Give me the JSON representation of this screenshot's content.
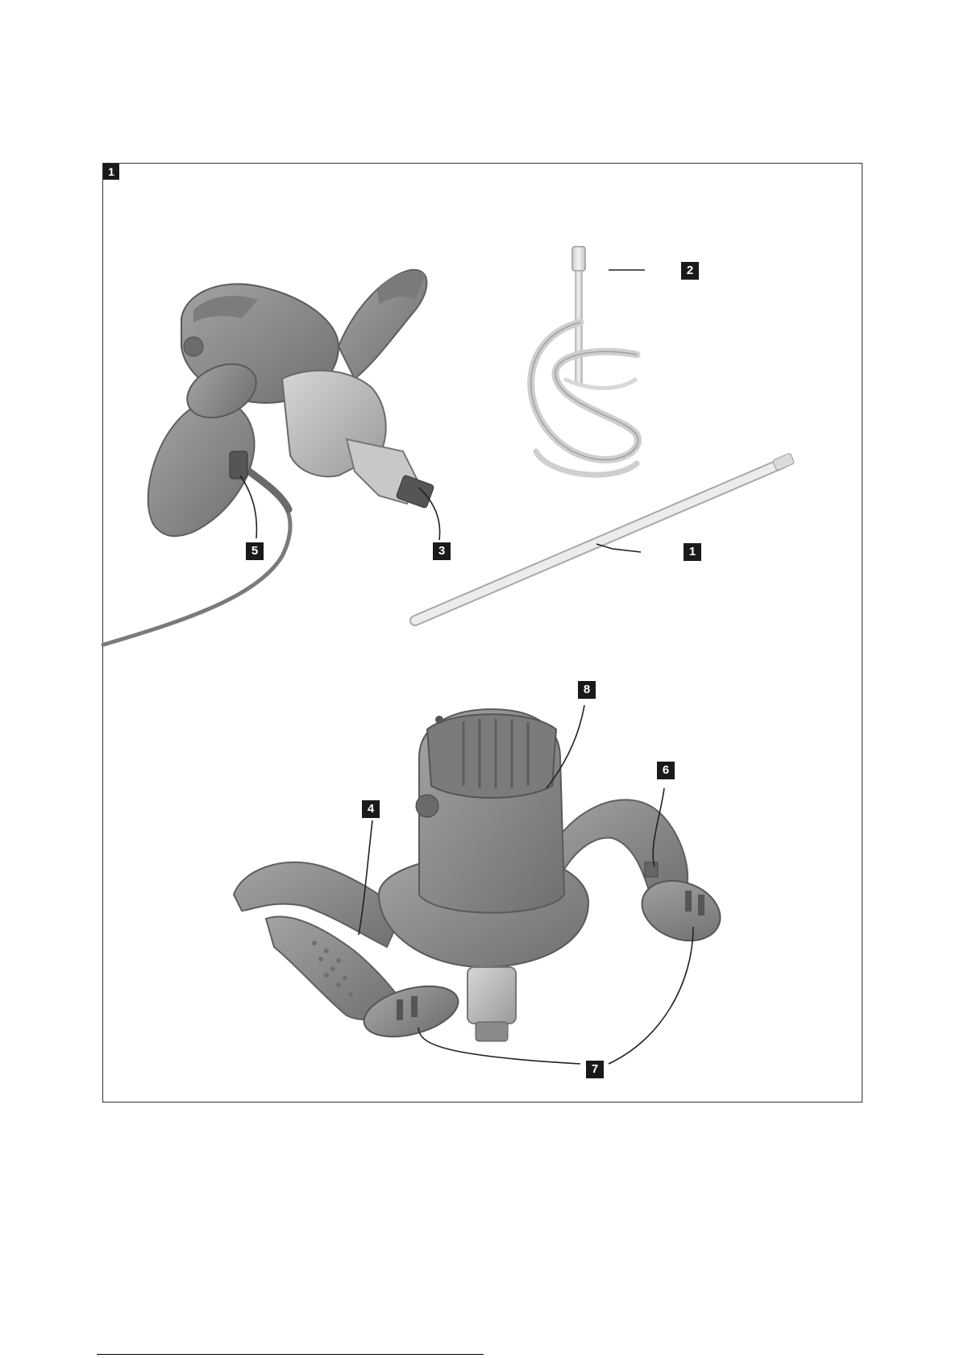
{
  "figure": {
    "number": "1"
  },
  "callouts": [
    {
      "id": "c1",
      "label": "1"
    },
    {
      "id": "c2",
      "label": "2"
    },
    {
      "id": "c3",
      "label": "3"
    },
    {
      "id": "c4",
      "label": "4"
    },
    {
      "id": "c5",
      "label": "5"
    },
    {
      "id": "c6",
      "label": "6"
    },
    {
      "id": "c7",
      "label": "7"
    },
    {
      "id": "c8",
      "label": "8"
    }
  ],
  "colors": {
    "tool_body": "#8e8e8e",
    "tool_dark": "#6d6d6d",
    "tool_light": "#bdbdbd",
    "accessory": "#dcdcdc",
    "callout_bg": "#1a1a1a"
  }
}
